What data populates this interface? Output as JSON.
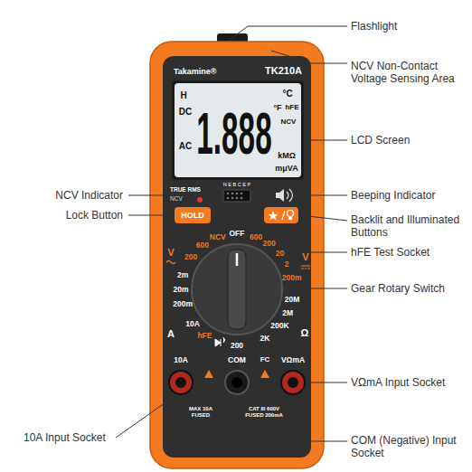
{
  "diagram": {
    "nodes": [
      {
        "text": [
          "H",
          "DC",
          "AC",
          "1.888",
          "°C",
          "°F",
          "hFE",
          "NCV",
          "kMΩ",
          "mμVA"
        ]
      },
      {
        "text": [
          "HOLD"
        ]
      }
    ],
    "labels": [
      "Flashlight",
      "NCV Non-Contact Voltage Sensing Area",
      "LCD Screen",
      "Beeping Indicator",
      "Backlit and Illuminated Buttons",
      "hFE Test Socket",
      "Gear Rotary Switch",
      "VΩmA Input Socket",
      "COM (Negative) Input Socket",
      "NCV Indicator",
      "Lock Button",
      "10A Input Socket",
      "Takamine®",
      "TK210A",
      "TRUE RMS",
      "NCV",
      "N E B C E P",
      "OFF",
      "600",
      "200",
      "20",
      "2",
      "200m",
      "20M",
      "2M",
      "200K",
      "2K",
      "200",
      "hFE",
      "10A",
      "200m",
      "20m",
      "2m",
      "200",
      "600",
      "NCV",
      "V",
      "V",
      "A",
      "Ω",
      "10A",
      "COM",
      "VΩmA",
      "MAX 10A FUSED",
      "CAT III 600V FUSED 200mA",
      "FC"
    ]
  }
}
